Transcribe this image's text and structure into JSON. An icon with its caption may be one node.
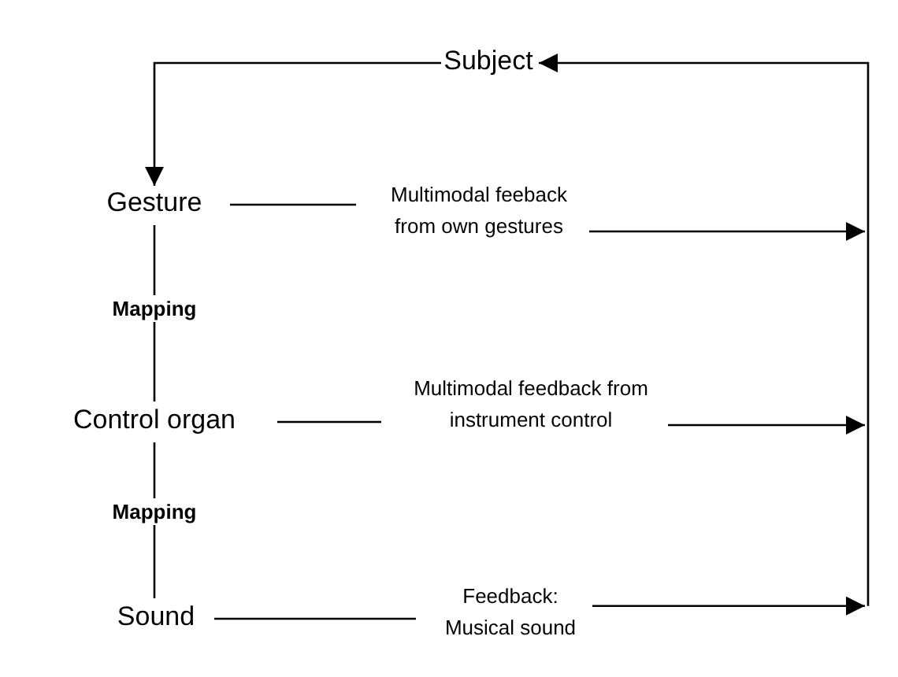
{
  "diagram": {
    "nodes": [
      {
        "text": [
          "Subject"
        ]
      },
      {
        "text": [
          "Gesture"
        ]
      },
      {
        "text": [
          "Multimodal feeback from own gestures"
        ]
      },
      {
        "text": [
          "Control organ"
        ]
      },
      {
        "text": [
          "Multimodal feedback from instrument control"
        ]
      },
      {
        "text": [
          "Sound"
        ]
      },
      {
        "text": [
          "Feedback: Musical sound"
        ]
      }
    ],
    "edges": [
      {
        "from": 0,
        "to": 1,
        "arrow": "to"
      },
      {
        "from": 1,
        "to": 2,
        "arrow": "none"
      },
      {
        "from": 2,
        "to": 0,
        "arrow": "to"
      },
      {
        "from": 1,
        "to": 3,
        "arrow": "none",
        "label": "Mapping"
      },
      {
        "from": 3,
        "to": 4,
        "arrow": "none"
      },
      {
        "from": 4,
        "to": 0,
        "arrow": "to"
      },
      {
        "from": 3,
        "to": 5,
        "arrow": "none",
        "label": "Mapping"
      },
      {
        "from": 5,
        "to": 6,
        "arrow": "none"
      },
      {
        "from": 6,
        "to": 0,
        "arrow": "to"
      }
    ]
  }
}
